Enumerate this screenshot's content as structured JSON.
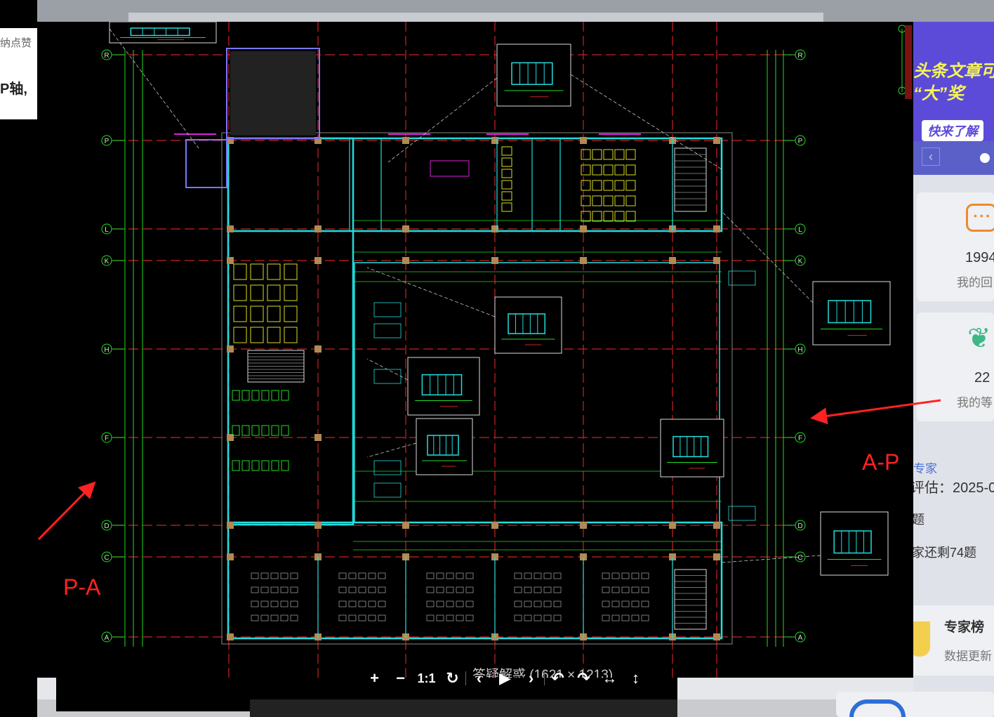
{
  "background_page": {
    "left_text_1": "纳点赞",
    "left_text_2": "P轴,"
  },
  "sidebar": {
    "banner_line_1": "头条文章可",
    "banner_line_2": "“大”奖",
    "banner_button": "快来了解",
    "stats": [
      {
        "value": "1994",
        "label": "我的回"
      },
      {
        "value": "22",
        "label": "我的等"
      }
    ],
    "expert_link": "专家",
    "assess_text": "评估：2025-0",
    "question_text": "题",
    "remaining_text": "家还剩74题",
    "ranking_title": "专家榜",
    "ranking_sub": "数据更新"
  },
  "viewer": {
    "caption": "答疑解惑 (1621 × 1213)",
    "toolbar": [
      {
        "icon": "zoom-in-icon",
        "glyph": "+"
      },
      {
        "icon": "zoom-out-icon",
        "glyph": "−"
      },
      {
        "icon": "actual-size-icon",
        "glyph": "1:1"
      },
      {
        "icon": "reset-icon",
        "glyph": "↻"
      },
      {
        "icon": "prev-icon",
        "glyph": "‹"
      },
      {
        "icon": "play-icon",
        "glyph": "▶"
      },
      {
        "icon": "next-icon",
        "glyph": "›"
      },
      {
        "icon": "rotate-left-icon",
        "glyph": "↶"
      },
      {
        "icon": "rotate-right-icon",
        "glyph": "↷"
      },
      {
        "icon": "flip-horizontal-icon",
        "glyph": "↔"
      },
      {
        "icon": "flip-vertical-icon",
        "glyph": "↕"
      }
    ]
  },
  "annotations": {
    "left_label": "P-A",
    "right_label": "A-P"
  },
  "drawing": {
    "axis_labels": [
      "R",
      "P",
      "L",
      "K",
      "H",
      "F",
      "D",
      "C",
      "A"
    ],
    "colors": {
      "green": "#22dd22",
      "cyan": "#22dddd",
      "red_dashed": "#cc2222",
      "yellow": "#dddd22",
      "magenta": "#dd22dd",
      "white": "#dddddd",
      "annotation_red": "#ff2222"
    }
  }
}
